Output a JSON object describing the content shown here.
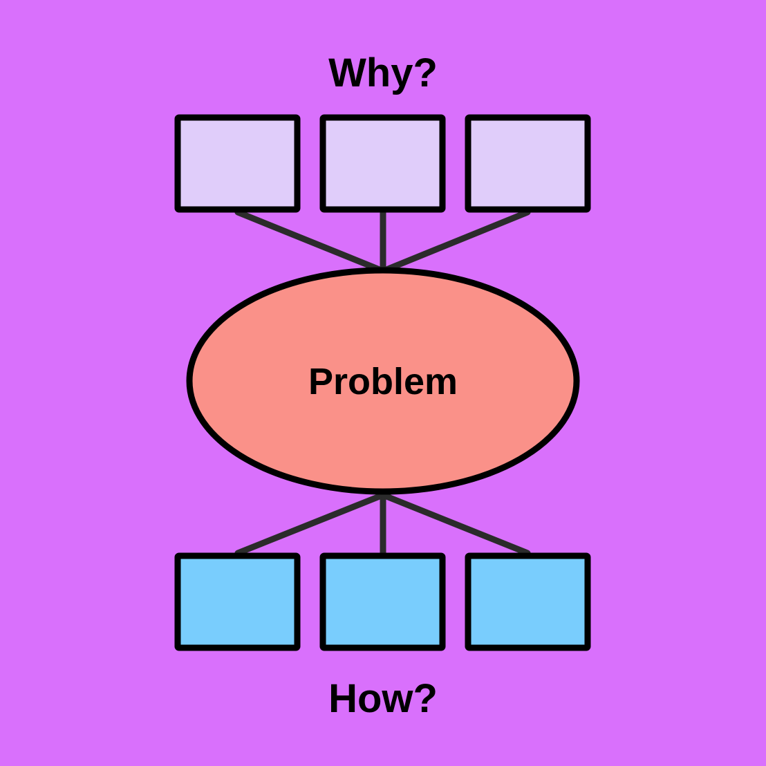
{
  "diagram": {
    "type": "why-how-problem-ladder",
    "background_color": "#d970fc",
    "headings": {
      "top_label": "Why?",
      "bottom_label": "How?"
    },
    "center_node": {
      "label": "Problem",
      "shape": "ellipse",
      "fill_color": "#fa9189",
      "stroke_color": "#000000"
    },
    "top_row": {
      "group_name": "why-boxes",
      "fill_color": "#e0cdfa",
      "stroke_color": "#000000",
      "boxes": [
        {
          "id": "why-box-1",
          "label": ""
        },
        {
          "id": "why-box-2",
          "label": ""
        },
        {
          "id": "why-box-3",
          "label": ""
        }
      ]
    },
    "bottom_row": {
      "group_name": "how-boxes",
      "fill_color": "#79cdfd",
      "stroke_color": "#000000",
      "boxes": [
        {
          "id": "how-box-1",
          "label": ""
        },
        {
          "id": "how-box-2",
          "label": ""
        },
        {
          "id": "how-box-3",
          "label": ""
        }
      ]
    },
    "connectors": {
      "stroke_color": "#2b2b2b",
      "stroke_width": 9,
      "top_count": 3,
      "bottom_count": 3
    }
  }
}
